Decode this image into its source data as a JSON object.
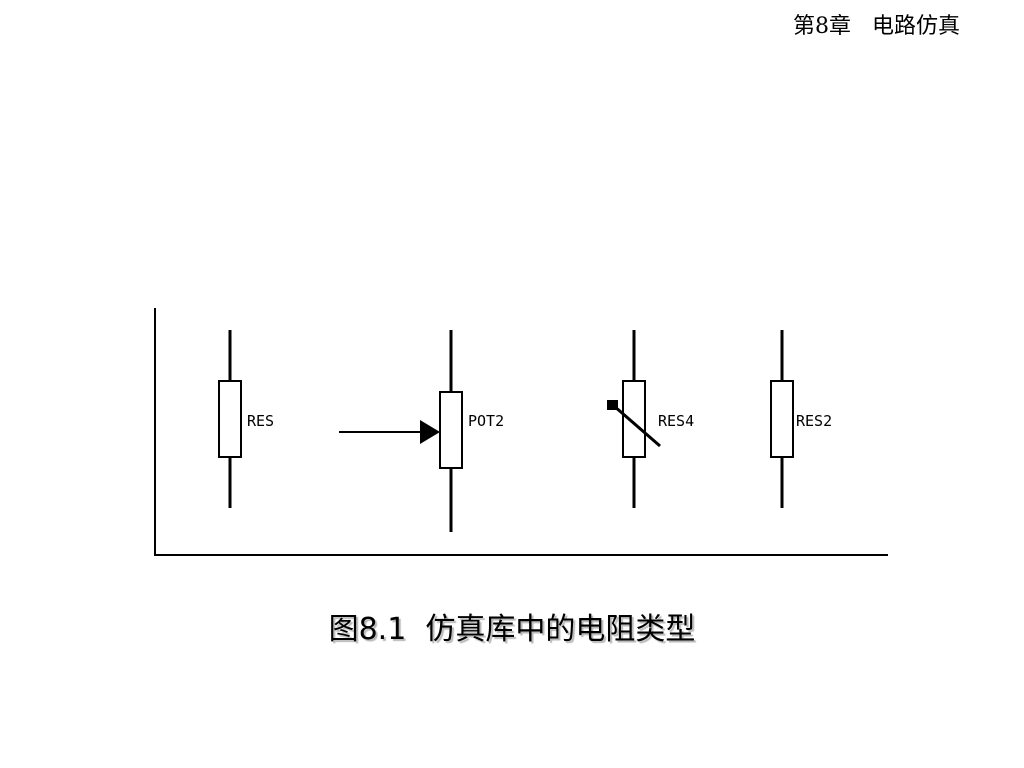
{
  "header": {
    "chapter": "第8章",
    "title": "电路仿真"
  },
  "diagram": {
    "components": [
      {
        "type": "fixed-resistor",
        "label": "RES"
      },
      {
        "type": "potentiometer",
        "label": "POT2"
      },
      {
        "type": "variable-resistor",
        "label": "RES4"
      },
      {
        "type": "fixed-resistor",
        "label": "RES2"
      }
    ]
  },
  "caption": {
    "number": "图8.1",
    "text": "仿真库中的电阻类型"
  }
}
